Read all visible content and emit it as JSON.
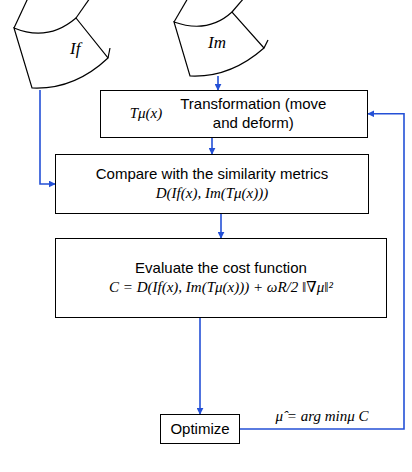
{
  "diagram": {
    "nodes": [
      {
        "text": [
          "If"
        ]
      },
      {
        "text": [
          "Im"
        ]
      },
      {
        "text": [
          "Tμ(x)",
          "Transformation (move and deform)"
        ]
      },
      {
        "text": [
          "Compare with the similarity metrics",
          "D(If(x), Im(Tμ(x)))"
        ]
      },
      {
        "text": [
          "Evaluate the cost function",
          "C = D(If(x), Im(Tμ(x))) + ωR/2 ‖∇μ‖²"
        ]
      },
      {
        "text": [
          "Optimize"
        ]
      }
    ],
    "edges": [
      {
        "from": 0,
        "to": 3,
        "arrow": "to"
      },
      {
        "from": 1,
        "to": 2,
        "arrow": "to"
      },
      {
        "from": 2,
        "to": 3,
        "arrow": "to"
      },
      {
        "from": 3,
        "to": 4,
        "arrow": "to"
      },
      {
        "from": 4,
        "to": 5,
        "arrow": "to"
      },
      {
        "from": 5,
        "to": 2,
        "label": "μ̂ = arg minμ C",
        "arrow": "to"
      }
    ]
  }
}
